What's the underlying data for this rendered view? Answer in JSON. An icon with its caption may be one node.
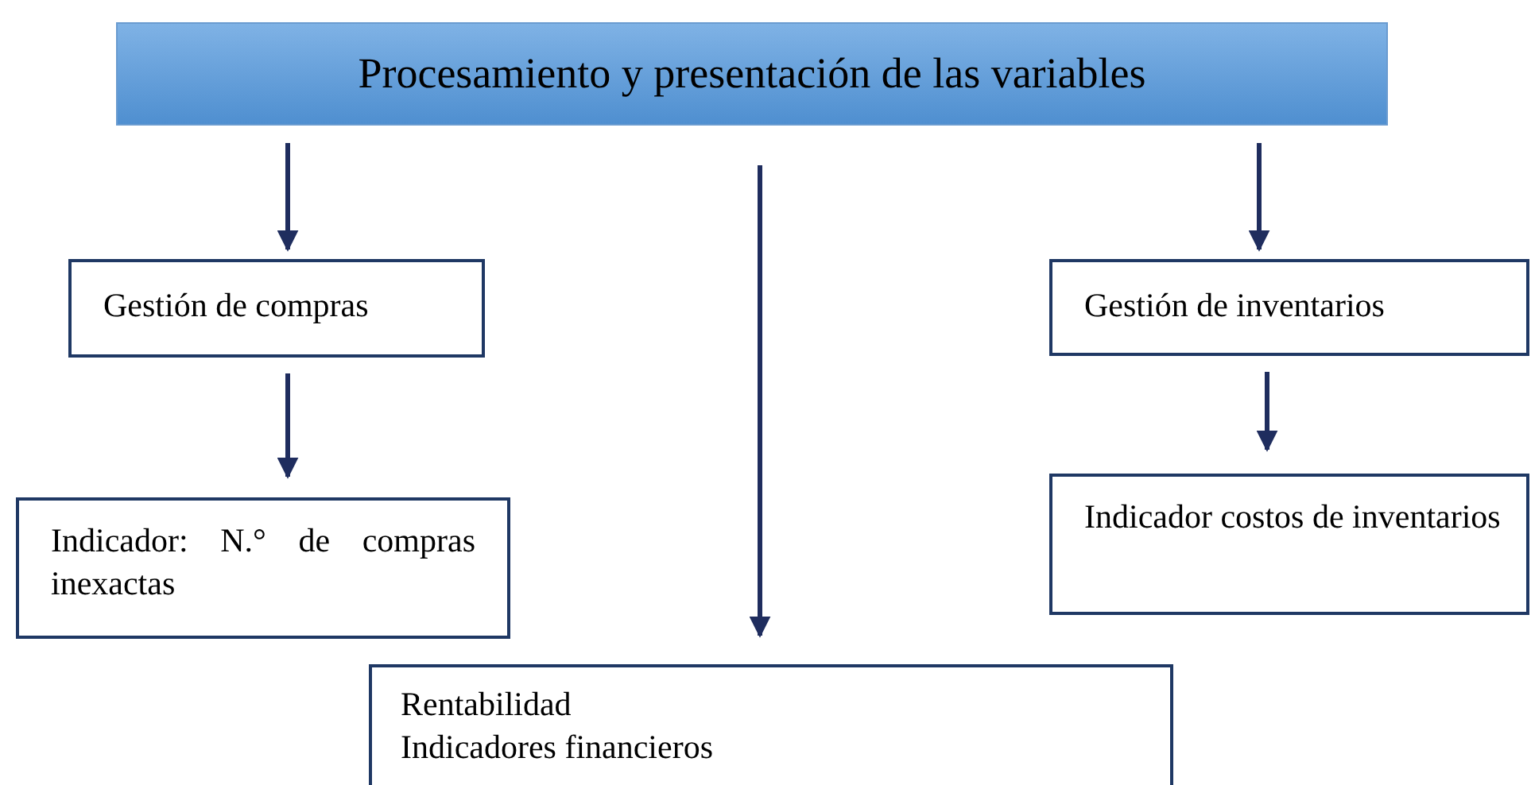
{
  "diagram": {
    "nodes": [
      {
        "text": [
          "Procesamiento y presentación de las variables"
        ]
      },
      {
        "text": [
          "Gestión de compras"
        ]
      },
      {
        "text": [
          "Indicador: N.° de compras inexactas"
        ]
      },
      {
        "text": [
          "Gestión de inventarios"
        ]
      },
      {
        "text": [
          "Indicador costos de inventarios"
        ]
      },
      {
        "text": [
          "Rentabilidad",
          "Indicadores financieros"
        ]
      }
    ],
    "edges": [
      {
        "from": 0,
        "to": 1,
        "arrow": "to"
      },
      {
        "from": 0,
        "to": 5,
        "arrow": "to"
      },
      {
        "from": 0,
        "to": 3,
        "arrow": "to"
      },
      {
        "from": 1,
        "to": 2,
        "arrow": "to"
      },
      {
        "from": 3,
        "to": 4,
        "arrow": "to"
      }
    ]
  }
}
